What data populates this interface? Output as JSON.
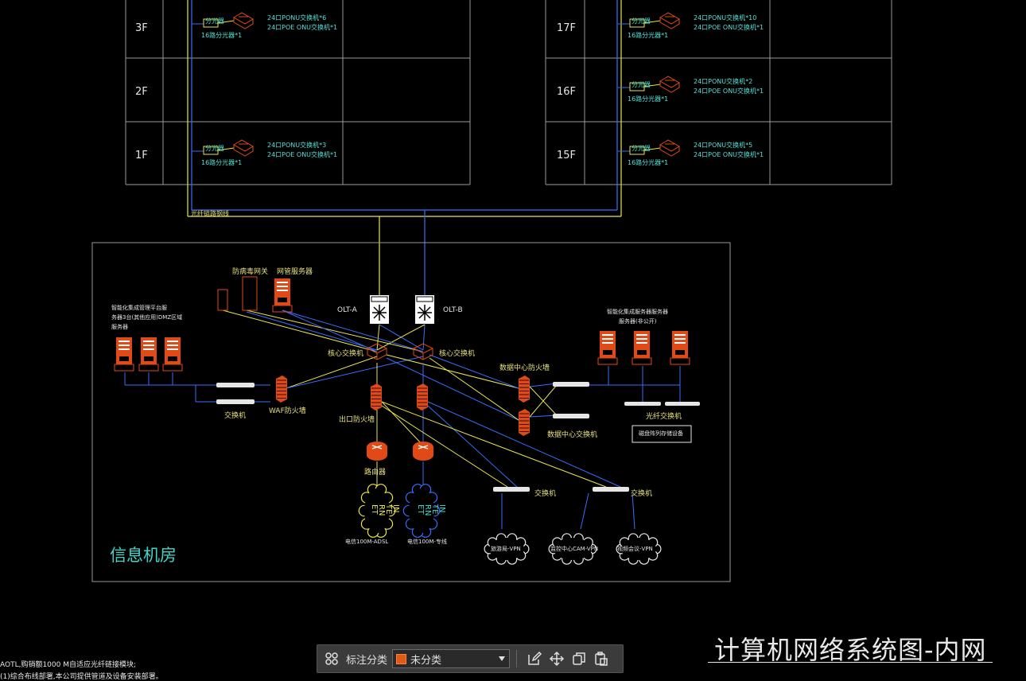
{
  "floors_left": [
    {
      "floor": "3F",
      "switch_text": "24口PONU交换机*6",
      "poe_text": "24口POE ONU交换机*1",
      "splitter_text": "16路分光器*1",
      "box_text": "分光器"
    },
    {
      "floor": "2F"
    },
    {
      "floor": "1F",
      "switch_text": "24口PONU交换机*3",
      "poe_text": "24口POE ONU交换机*1",
      "splitter_text": "16路分光器*1",
      "box_text": "分光器"
    }
  ],
  "floors_right": [
    {
      "floor": "17F",
      "switch_text": "24口PONU交换机*10",
      "poe_text": "24口POE ONU交换机*1",
      "splitter_text": "16路分光器*1",
      "box_text": "分光器"
    },
    {
      "floor": "16F",
      "switch_text": "24口PONU交换机*2",
      "poe_text": "24口POE ONU交换机*1",
      "splitter_text": "16路分光器*1",
      "box_text": "分光器"
    },
    {
      "floor": "15F",
      "switch_text": "24口PONU交换机*5",
      "poe_text": "24口POE ONU交换机*1",
      "splitter_text": "16路分光器*1",
      "box_text": "分光器"
    }
  ],
  "backbone_label": "光纤链路钢线",
  "room": {
    "title": "信息机房",
    "labels": {
      "olt_a": "OLT-A",
      "olt_b": "OLT-B",
      "core_switch_1": "核心交换机",
      "core_switch_2": "核心交换机",
      "anti_virus_gateway": "防病毒网关",
      "mgmt_server": "网管服务器",
      "left_servers_1": "智能化集成管理平台服",
      "left_servers_2": "务器3台(其他应用)DMZ区域",
      "left_servers_3": "服务器",
      "waf": "WAF防火墙",
      "left_switch": "交换机",
      "egress_firewall": "出口防火墙",
      "dc_firewall": "数据中心防火墙",
      "dc_switch": "数据中心交换机",
      "right_servers_1": "智能化集成服务器服务器",
      "right_servers_2": "服务器(非公开)",
      "storage_switch": "光纤交换机",
      "storage_box": "磁盘阵列存储设备",
      "router": "路由器",
      "internet_1": "INTERNET",
      "internet_2": "INTERNET",
      "isp_1": "电信100M-ADSL",
      "isp_2": "电信100M-专线",
      "switch_a": "交换机",
      "switch_b": "交换机",
      "vpn_1": "旅游局-VPN",
      "vpn_2": "监控中心CAM-VPN",
      "vpn_3": "视频会议-VPN"
    }
  },
  "drawing_title": "计算机网络系统图-内网",
  "notes": [
    "AOTL,购销额1000 M自适应光纤链接模块;",
    "(1)综合布线部署,本公司提供管道及设备安装部署。"
  ],
  "toolbar": {
    "label": "标注分类",
    "category": "未分类",
    "category_color": "#e05a1a"
  },
  "colors": {
    "yellow": "#e9e54a",
    "blue": "#3a6dff",
    "device_red": "#e14a16",
    "cyan_text": "#4fe3d8",
    "grid": "#9a9a9a"
  }
}
